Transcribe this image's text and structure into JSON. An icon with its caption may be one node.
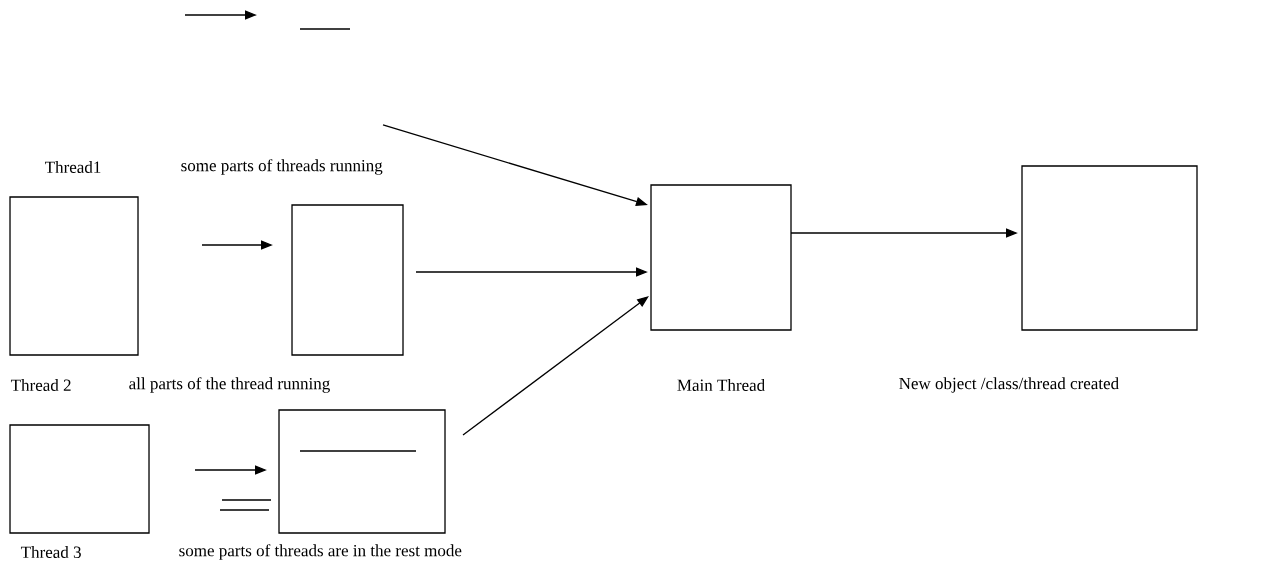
{
  "diagram": {
    "nodes": [
      {
        "text": [],
        "shape": "box"
      },
      {
        "text": [],
        "shape": "box"
      },
      {
        "text": [],
        "shape": "box"
      },
      {
        "text": [],
        "shape": "box"
      },
      {
        "text": [
          "Main Thread"
        ]
      },
      {
        "text": [
          "New object /class/thread created"
        ]
      }
    ],
    "edges": [
      {
        "from": null,
        "to": 4,
        "arrow": "to"
      },
      {
        "from": 1,
        "to": 4,
        "arrow": "to"
      },
      {
        "from": 3,
        "to": 4,
        "arrow": "to"
      },
      {
        "from": 4,
        "to": 5,
        "arrow": "to"
      },
      {
        "from": 0,
        "to": 1,
        "arrow": "to"
      },
      {
        "from": 2,
        "to": 3,
        "arrow": "to"
      }
    ],
    "labels": [
      "Thread1",
      "some parts of threads running",
      "Thread 2",
      "all parts of the thread running",
      "Thread 3",
      "some parts of threads are in the rest mode"
    ]
  }
}
